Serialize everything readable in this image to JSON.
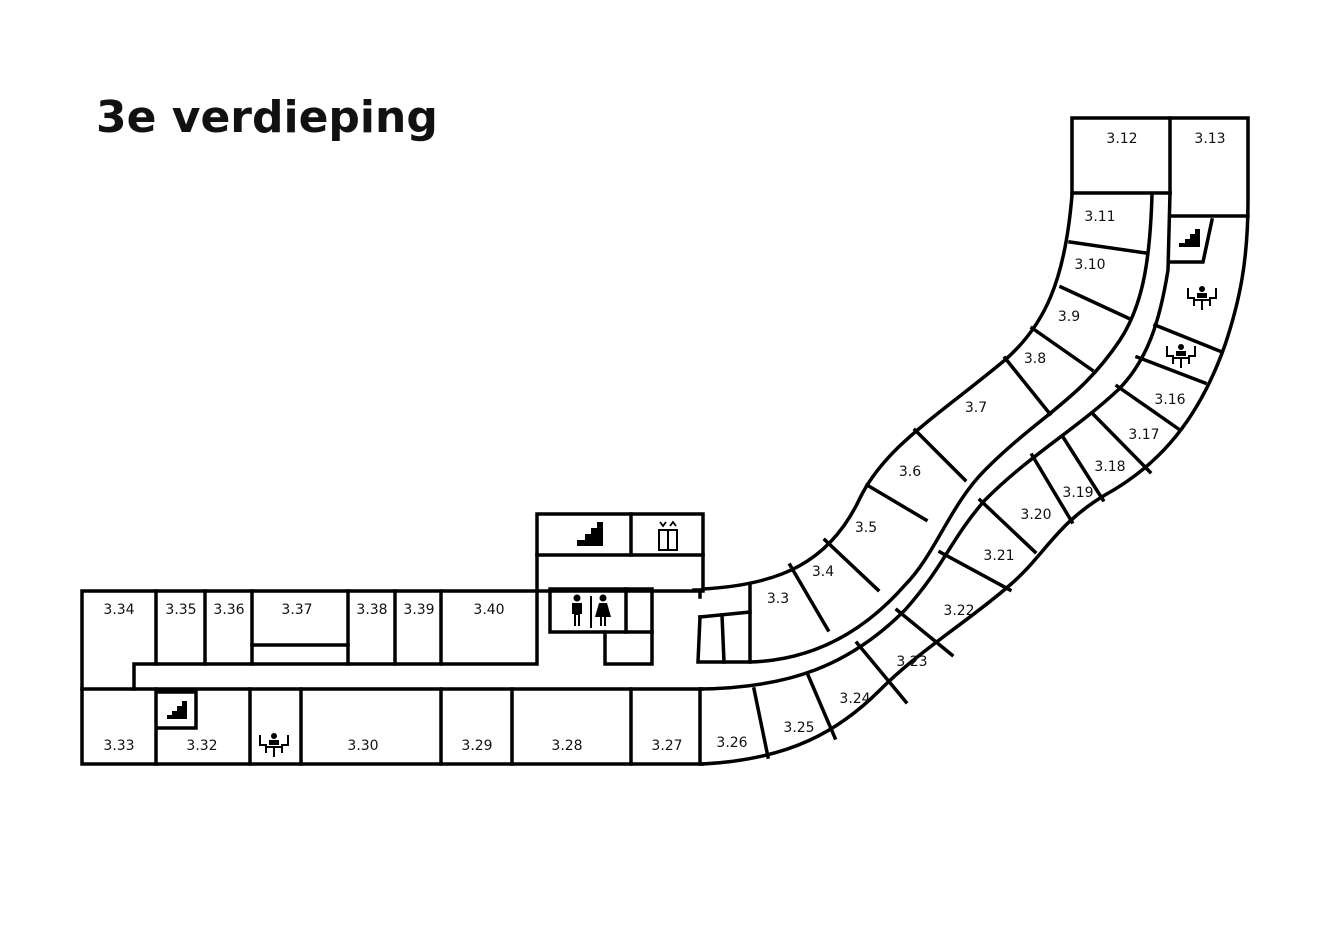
{
  "title": "3e verdieping",
  "rooms": [
    {
      "id": "3.3",
      "label": "3.3"
    },
    {
      "id": "3.4",
      "label": "3.4"
    },
    {
      "id": "3.5",
      "label": "3.5"
    },
    {
      "id": "3.6",
      "label": "3.6"
    },
    {
      "id": "3.7",
      "label": "3.7"
    },
    {
      "id": "3.8",
      "label": "3.8"
    },
    {
      "id": "3.9",
      "label": "3.9"
    },
    {
      "id": "3.10",
      "label": "3.10"
    },
    {
      "id": "3.11",
      "label": "3.11"
    },
    {
      "id": "3.12",
      "label": "3.12"
    },
    {
      "id": "3.13",
      "label": "3.13"
    },
    {
      "id": "3.16",
      "label": "3.16"
    },
    {
      "id": "3.17",
      "label": "3.17"
    },
    {
      "id": "3.18",
      "label": "3.18"
    },
    {
      "id": "3.19",
      "label": "3.19"
    },
    {
      "id": "3.20",
      "label": "3.20"
    },
    {
      "id": "3.21",
      "label": "3.21"
    },
    {
      "id": "3.22",
      "label": "3.22"
    },
    {
      "id": "3.23",
      "label": "3.23"
    },
    {
      "id": "3.24",
      "label": "3.24"
    },
    {
      "id": "3.25",
      "label": "3.25"
    },
    {
      "id": "3.26",
      "label": "3.26"
    },
    {
      "id": "3.27",
      "label": "3.27"
    },
    {
      "id": "3.28",
      "label": "3.28"
    },
    {
      "id": "3.29",
      "label": "3.29"
    },
    {
      "id": "3.30",
      "label": "3.30"
    },
    {
      "id": "3.32",
      "label": "3.32"
    },
    {
      "id": "3.33",
      "label": "3.33"
    },
    {
      "id": "3.34",
      "label": "3.34"
    },
    {
      "id": "3.35",
      "label": "3.35"
    },
    {
      "id": "3.36",
      "label": "3.36"
    },
    {
      "id": "3.37",
      "label": "3.37"
    },
    {
      "id": "3.38",
      "label": "3.38"
    },
    {
      "id": "3.39",
      "label": "3.39"
    },
    {
      "id": "3.40",
      "label": "3.40"
    }
  ],
  "icons": [
    "stairs-icon",
    "elevator-icon",
    "restroom-icon",
    "meeting-area-icon"
  ],
  "colors": {
    "line": "#000000",
    "background": "#ffffff"
  }
}
